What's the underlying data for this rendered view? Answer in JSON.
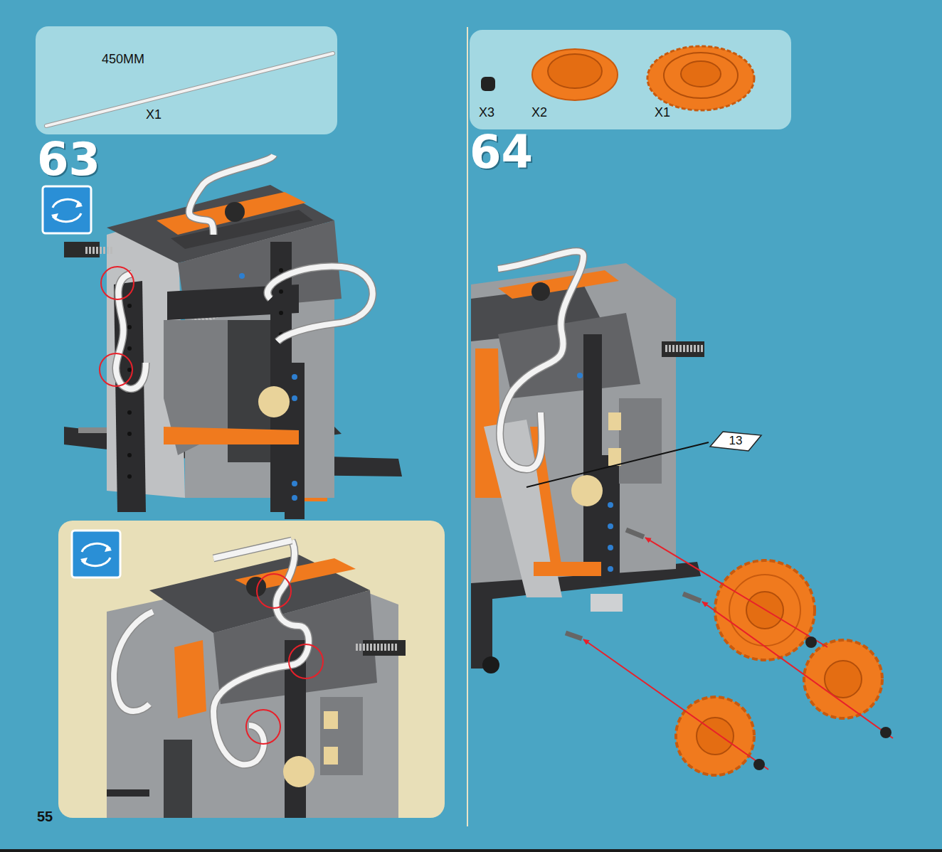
{
  "diagram": {
    "nodes": [
      {
        "text": [
          "450MM",
          "X1"
        ]
      },
      {
        "text": [
          "X3",
          "X2",
          "X1"
        ]
      },
      {
        "text": [
          "13"
        ]
      }
    ],
    "labels": [
      "63",
      "64",
      "55"
    ]
  }
}
